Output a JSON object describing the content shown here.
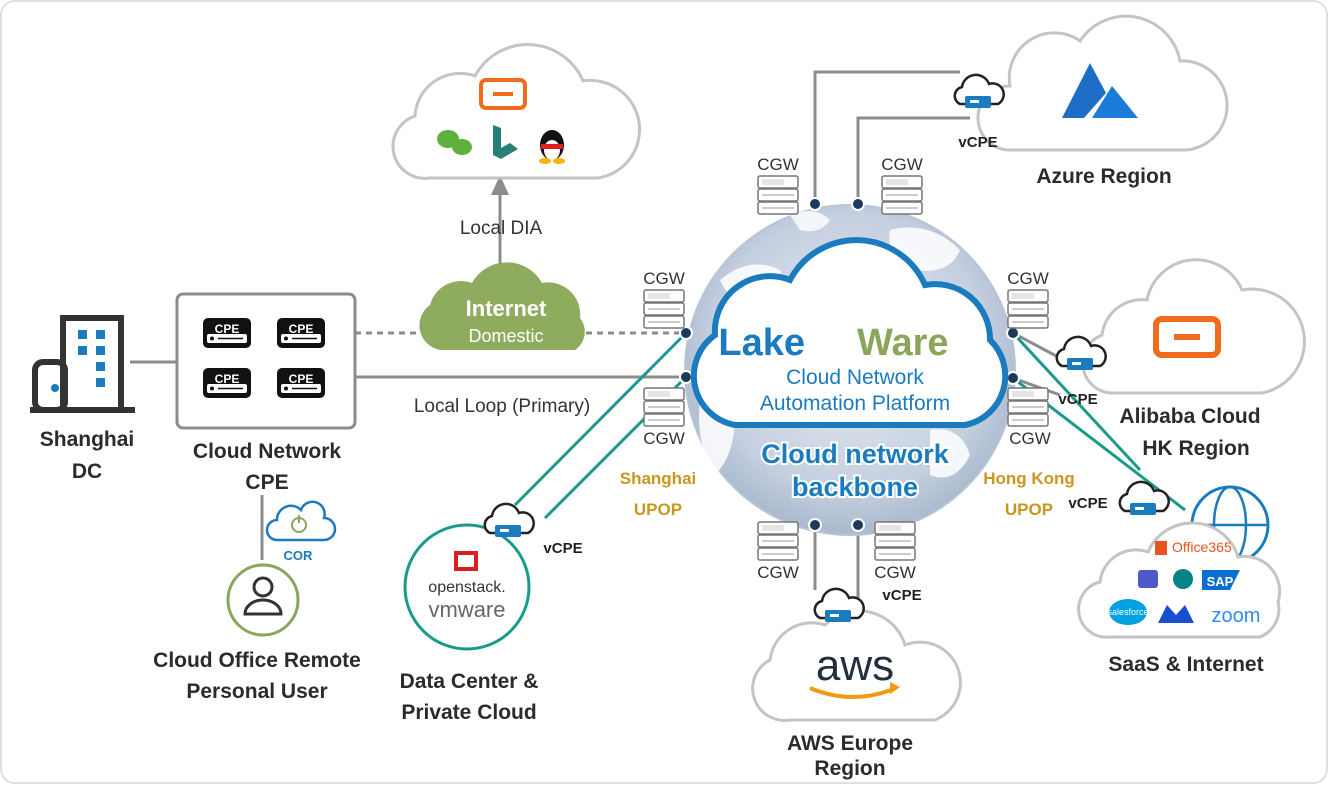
{
  "platform": {
    "brand_lake": "Lake",
    "brand_ware": "Ware",
    "subtitle_1": "Cloud Network",
    "subtitle_2": "Automation Platform",
    "backbone_1": "Cloud network",
    "backbone_2": "backbone"
  },
  "internet": {
    "title": "Internet",
    "subtitle": "Domestic"
  },
  "links": {
    "local_dia": "Local DIA",
    "local_loop": "Local Loop (Primary)"
  },
  "sites": {
    "shanghai_dc": [
      "Shanghai",
      "DC"
    ],
    "cpe_box": [
      "Cloud Network",
      "CPE"
    ],
    "cpe_label": "CPE",
    "cor": "COR",
    "remote_user": [
      "Cloud Office Remote",
      "Personal  User"
    ],
    "datacenter": [
      "Data Center &",
      "Private Cloud"
    ],
    "openstack": "openstack.",
    "vmware": "vmware",
    "azure": "Azure  Region",
    "alibaba": [
      "Alibaba Cloud",
      "HK Region"
    ],
    "saas": "SaaS & Internet",
    "aws": [
      "AWS Europe",
      "Region"
    ],
    "aws_logo": "aws"
  },
  "upop": {
    "shanghai": [
      "Shanghai",
      "UPOP"
    ],
    "hongkong": [
      "Hong Kong",
      "UPOP"
    ]
  },
  "gateways": {
    "cgw": "CGW",
    "cgw_small": "CGW",
    "vcpe": "vCPE"
  },
  "saas_apps": {
    "office365": "Office365",
    "sap": "SAP",
    "salesforce": "salesforce",
    "zoom": "zoom"
  },
  "colors": {
    "teal": "#1a9b8a",
    "blue": "#1a7bbf",
    "green": "#8aa65a",
    "gold": "#c9961e",
    "grey": "#8c8c8c",
    "navy": "#1b3a5c"
  }
}
